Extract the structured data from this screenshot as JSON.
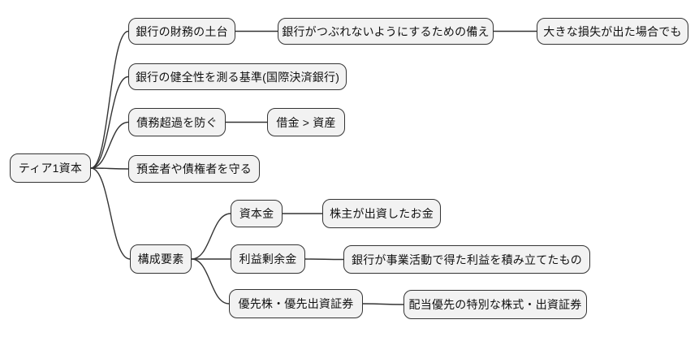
{
  "diagram": {
    "type": "mindmap",
    "root": "tier1",
    "nodes": [
      {
        "id": "tier1",
        "label": "ティア1資本"
      },
      {
        "id": "foundation",
        "label": "銀行の財務の土台"
      },
      {
        "id": "buffer",
        "label": "銀行がつぶれないようにするための備え"
      },
      {
        "id": "loss",
        "label": "大きな損失が出た場合でも"
      },
      {
        "id": "standard",
        "label": "銀行の健全性を測る基準(国際決済銀行)"
      },
      {
        "id": "insolvency",
        "label": "債務超過を防ぐ"
      },
      {
        "id": "debt",
        "label": "借金 > 資産"
      },
      {
        "id": "protect",
        "label": "預金者や債権者を守る"
      },
      {
        "id": "components",
        "label": "構成要素"
      },
      {
        "id": "capital",
        "label": "資本金"
      },
      {
        "id": "capital_desc",
        "label": "株主が出資したお金"
      },
      {
        "id": "retained",
        "label": "利益剰余金"
      },
      {
        "id": "retained_desc",
        "label": "銀行が事業活動で得た利益を積み立てたもの"
      },
      {
        "id": "preferred",
        "label": "優先株・優先出資証券"
      },
      {
        "id": "preferred_desc",
        "label": "配当優先の特別な株式・出資証券"
      }
    ],
    "edges": [
      [
        "tier1",
        "foundation"
      ],
      [
        "tier1",
        "standard"
      ],
      [
        "tier1",
        "insolvency"
      ],
      [
        "tier1",
        "protect"
      ],
      [
        "tier1",
        "components"
      ],
      [
        "foundation",
        "buffer"
      ],
      [
        "buffer",
        "loss"
      ],
      [
        "insolvency",
        "debt"
      ],
      [
        "components",
        "capital"
      ],
      [
        "components",
        "retained"
      ],
      [
        "components",
        "preferred"
      ],
      [
        "capital",
        "capital_desc"
      ],
      [
        "retained",
        "retained_desc"
      ],
      [
        "preferred",
        "preferred_desc"
      ]
    ]
  },
  "colors": {
    "background": "#ffffff",
    "node_fill": "#f2f2f2",
    "node_border": "#343434",
    "edge": "#343434",
    "text": "#111111"
  }
}
